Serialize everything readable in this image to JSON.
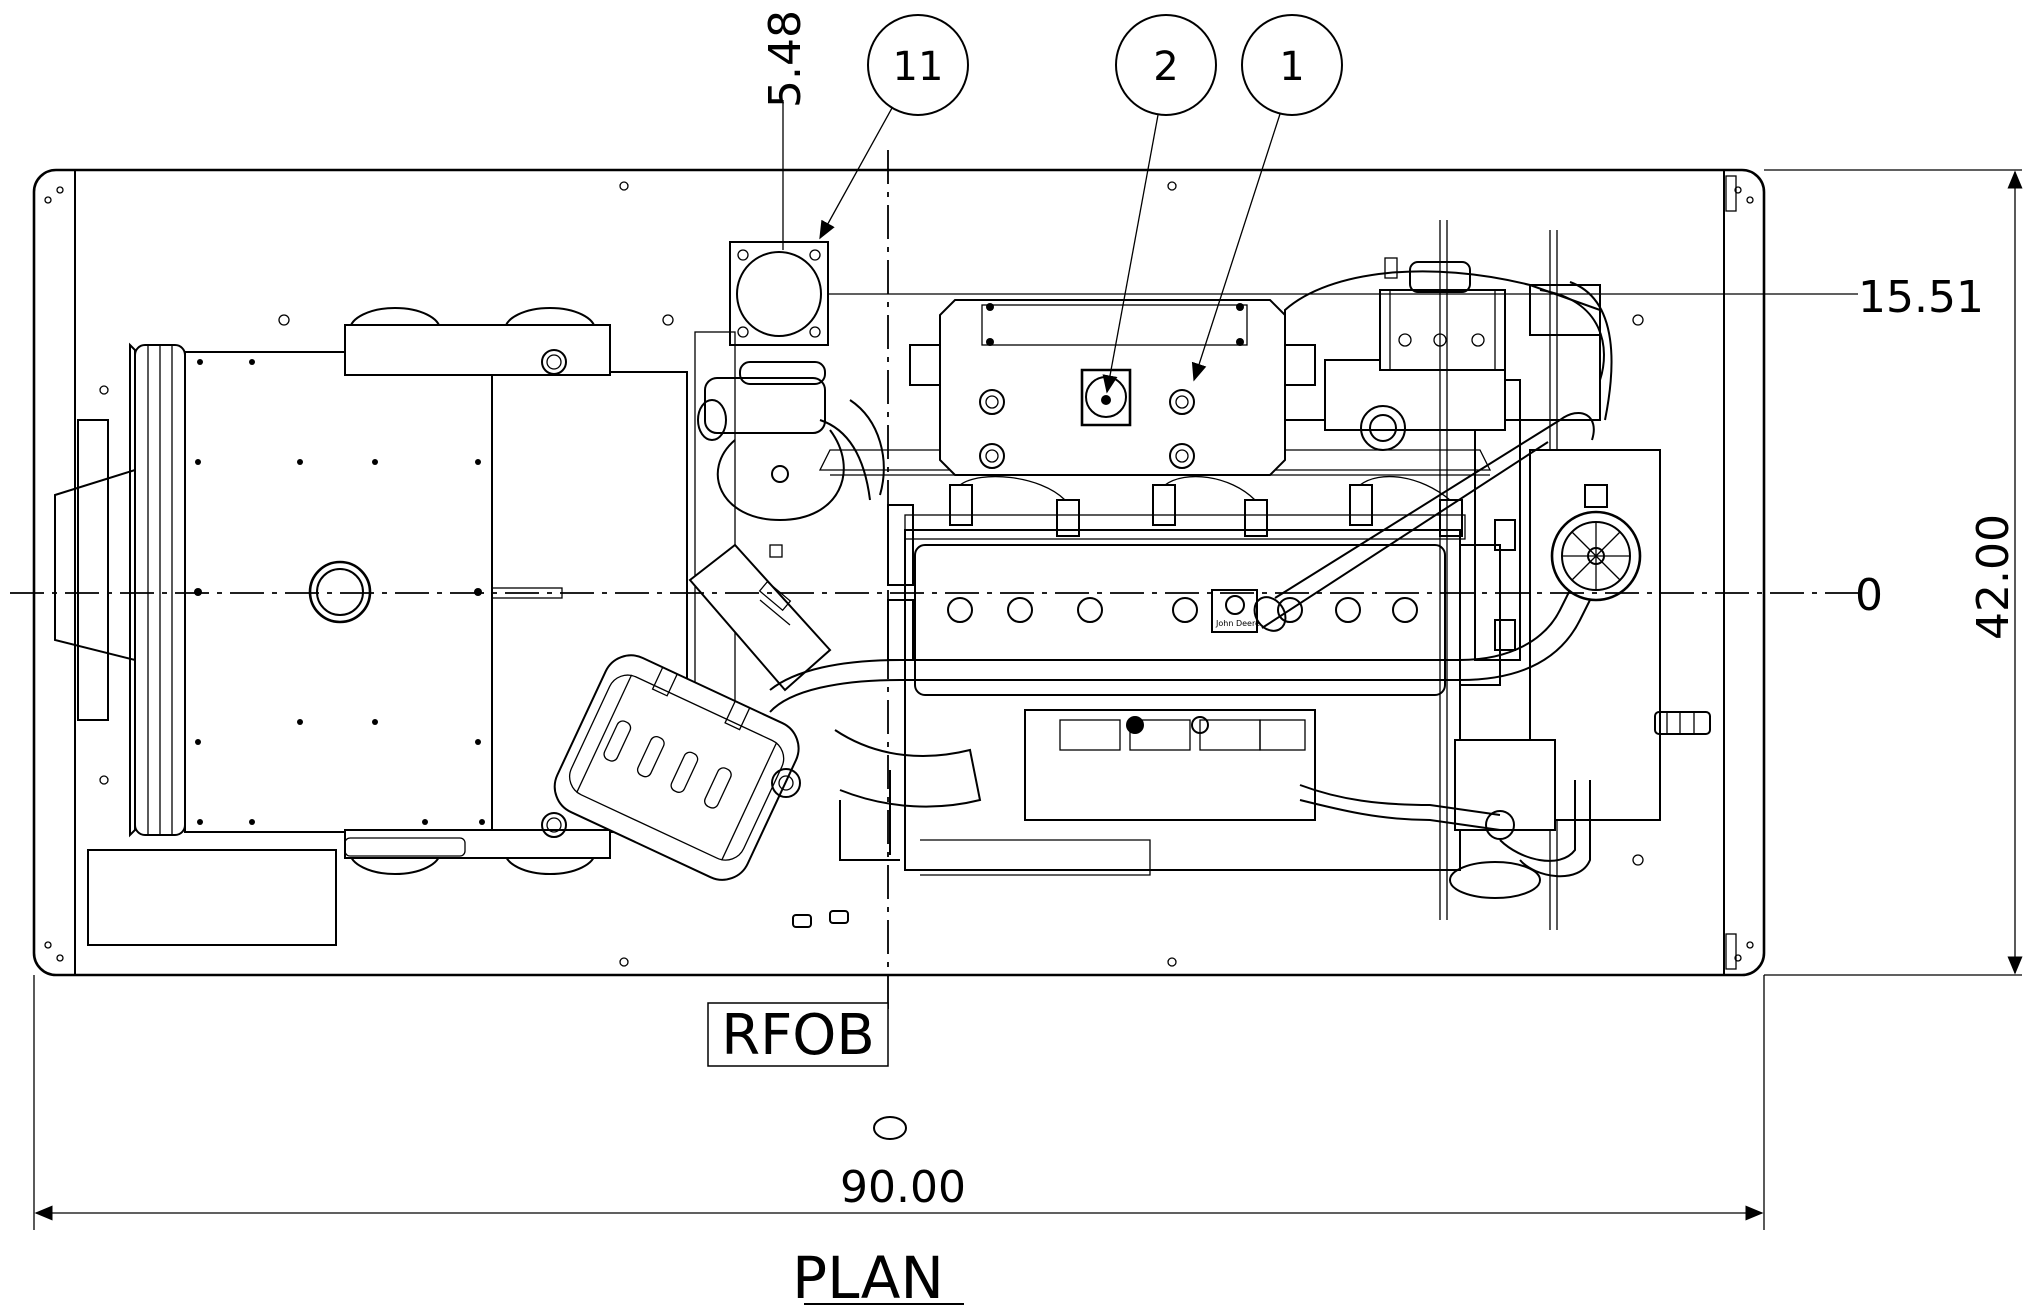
{
  "view_title": "PLAN",
  "datum_label": "RFOB",
  "dimensions": {
    "overall_length": "90.00",
    "overall_width": "42.00",
    "offset_vertical": "5.48",
    "offset_horizontal": "15.51",
    "centerline_zero": "0"
  },
  "balloons": [
    {
      "id": "11"
    },
    {
      "id": "2"
    },
    {
      "id": "1"
    }
  ],
  "engine_badge": "John Deere"
}
